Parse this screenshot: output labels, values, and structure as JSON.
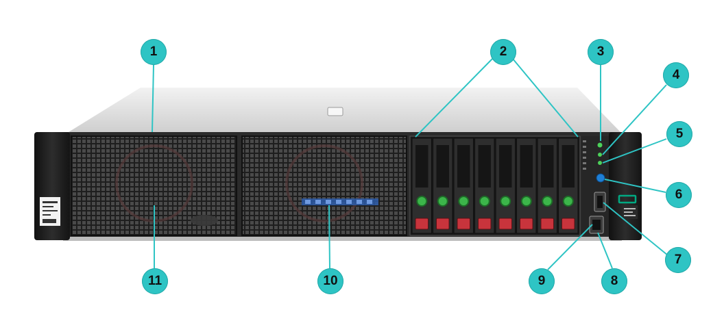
{
  "colors": {
    "callout_fill": "#2ec4c4",
    "leader_line": "#2ec4c4",
    "chassis_top": "#dcdcdc",
    "chassis_front": "#2b2b2b",
    "drive_release": "#c8343c",
    "drive_led": "#3cb54a",
    "uid_button": "#1e7fd6",
    "brand_green": "#01a982"
  },
  "callouts": [
    {
      "id": 1,
      "label": "1"
    },
    {
      "id": 2,
      "label": "2"
    },
    {
      "id": 3,
      "label": "3"
    },
    {
      "id": 4,
      "label": "4"
    },
    {
      "id": 5,
      "label": "5"
    },
    {
      "id": 6,
      "label": "6"
    },
    {
      "id": 7,
      "label": "7"
    },
    {
      "id": 8,
      "label": "8"
    },
    {
      "id": 9,
      "label": "9"
    },
    {
      "id": 10,
      "label": "10"
    },
    {
      "id": 11,
      "label": "11"
    }
  ],
  "drive_bays": 8,
  "icons": [
    "hpe-logo",
    "uid-button-icon",
    "usb-port-icon"
  ]
}
